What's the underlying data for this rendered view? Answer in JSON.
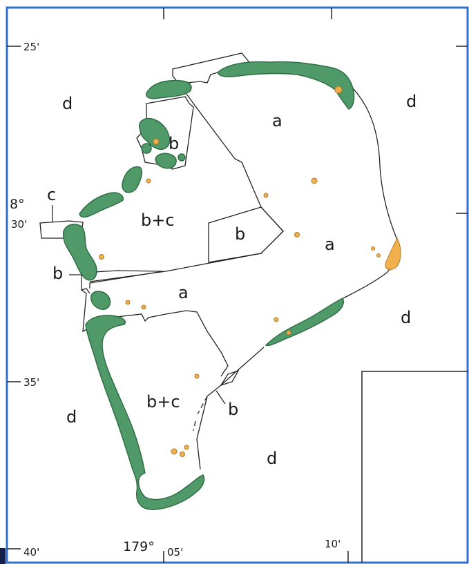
{
  "map": {
    "colors": {
      "border_blue": "#2e6fd4",
      "corner_navy": "#15204a",
      "land_green": "#4f9a68",
      "land_edge": "#2f6e45",
      "sand_orange": "#f2b04c",
      "line": "#222222",
      "background": "#ffffff"
    },
    "zone_labels": {
      "d_nw": "d",
      "d_ne": "d",
      "d_e": "d",
      "d_w": "d",
      "d_s": "d",
      "a_north": "a",
      "a_center": "a",
      "a_middle": "a",
      "b_north": "b",
      "b_box": "b",
      "b_west": "b",
      "b_south": "b",
      "bc_north": "b+c",
      "bc_south": "b+c",
      "c_west": "c"
    },
    "coordinates": {
      "lat_25": "25'",
      "lat_8deg": "8°",
      "lat_30": "30'",
      "lat_35": "35'",
      "lat_40": "40'",
      "lon_179deg": "179°",
      "lon_05": "05'",
      "lon_10": "10'"
    },
    "icons": {
      "corner": "corner-block-icon"
    }
  }
}
